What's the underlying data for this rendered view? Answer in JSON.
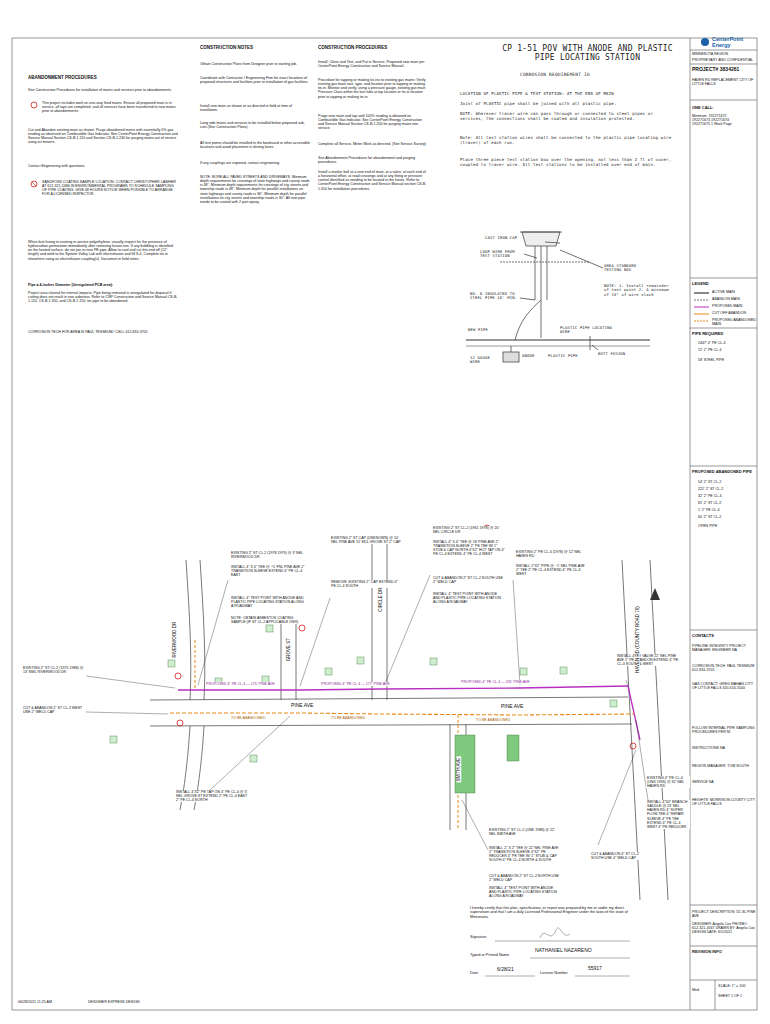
{
  "diagram": {
    "labels": [
      "ABANDONMENT PROCEDURES",
      "See Construction Procedures for installation of mains and services prior to abandonments.",
      "This project includes work on one-way feed mains. Ensure all proposed main is in service, all taps are completed, and all services have been transferred to new mains prior to abandonments.",
      "Cut and Abandon existing main as shown. Purge abandoned mains with essentially 0% gas reading as observed on Combustible Gas Indicator. See CenterPoint Energy Construction and Service Manual Section CS-B-1.110 and Section CS-B-1.230 for purging mains out of service using air movers.",
      "Contact Engineering with questions.",
      "SANDFOSS COATING SAMPLE LOCATION: CONTACT CHRISTOPHER LAWHER AT 612-321-5486 IN ENVIRONMENTAL PROGRAMS TO SCHEDULE SAMPLING OF PIPE COATING. GIVE 48 HOURS NOTICE WHEN POSSIBLE TO ARRANGE FOR A LICENSED INSPECTOR.",
      "When butt fusing to existing in-service polyethylene, visually inspect for the presence of hydrocarbon permeation immediately after removing fusion iron. If any bubbling is identified on the heated surface, do not join to new PE pipe. Allow to cool and cut this end off (12\" length) and weld to the System Valley Lab with electrofusion and fill S-4. Complete tie-in elsewhere using an electrofusion coupling(s). Document in field notes.",
      "Pipe ≤ 4-inches Diameter (Unregulated PCB area):",
      "Project area cleared for internal impacts. Pipe being removed is unregulated for disposal if cutting does not result in non-asbestos. Refer to CNP Construction and Service Manual CS-B-1.110, CS-B-1.350, and CS-B-1.150, for pipe to be abandoned.",
      "CORROSION TECH FOR AREA IS PAUL TESSEUM / CELL 612-816-3701",
      "CONSTRUCTION NOTES",
      "Obtain Construction Plans from Designer prior to starting job.",
      "Coordinate with Contractor / Engineering Firm for exact locations of proposed structures and facilities prior to installation of gas facilities.",
      "Install new main as shown or as directed in field at time of installation.",
      "Long side mains and services to be installed below proposed sub-cuts (See Construction Plans).",
      "All test points should be installed in the boulevard or other accessible locations and avoid placement in driving lanes.",
      "If any couplings are exposed, contact engineering.",
      "NOTE: BORE ALL PAVED STREETS AND DRIVEWAYS. Minimum depth requirements for crossings of state highways and county roads is 48\". Minimum depth requirements for crossings of city streets and township roads is 48\". Minimum depth for parallel installations on state highways and county roads is 36\". Minimum depth for parallel installations on city streets and township roads is 30\". All new pipe needs to be coated with 2 part epoxy.",
      "CONSTRUCTION PROCEDURES",
      "Install, Clean and Test, and Put in Service, Proposed new main per CenterPoint Energy Construction and Service Manual.",
      "Procedure for tapping or making tie-ins to existing gas mains: Verify existing gas main size, type, and location prior to tapping or making tie-in. Monitor and verify, using a pressure gauge, existing gas main Pressure Class within the last tube at tap location or tie-in location prior to tapping or making tie-in.",
      "Purge new main and tap until 100% reading is obtained on Combustible Gas Indicator. See CenterPoint Energy Construction and Service Manual Section CS-B-1.200 for purging mains into service.",
      "Complete all Service, Meter Work as directed. (See Service Survey)",
      "See Abandonment Procedures for abandonment and purging procedures.",
      "Install a marker ball at a new end of main, at a valve, at each end of a horizontal offset, at road crossings and at any fitting or pressure control identified as needing to be located in the future. Refer to CenterPoint Energy Construction and Service Manual section CS-B-1.310 for installation procedures.",
      "CP 1-51 POV WITH ANODE AND PLASTIC PIPE LOCATING STATION",
      "CORROSION REQUIREMENT ID",
      "LOCATION OF PLASTIC PIPE & TEST STATION: AT THE END OF MAIN",
      "Joint of PLASTIC pipe shall be joined with all plastic pipe.",
      "NOTE: Wherever tracer wire can pass through or connected to steel pipes or services, the connections shall be coated and insulation protected.",
      "Note: All test station wires shall be connected to the plastic pipe locating wire (tracer) of each run.",
      "Place three piece test station box over the opening, not less than 2 ft of cover, coupled to tracer wire. All test stations to be installed over end of main.",
      "CAST IRON CAP",
      "LOOP WIRE FROM TEST STATION",
      "AREA STANDARD TESTING BOX",
      "NOTE: 1. Install remainder of test point 2. A minimum of 18\" of wire slack",
      "NO. 6 INSULATED TO STEEL PIPE 10' MIN.",
      "NEW PIPE",
      "PLASTIC PIPE LOCATING WIRE",
      "12 GAUGE WIRE",
      "ANODE",
      "PLASTIC PIPE",
      "BUTT FUSION",
      "CenterPoint Energy",
      "MINNESOTA REGION",
      "PROPRIETARY AND CONFIDENTIAL",
      "PROJECT# 3834281",
      "HAVEN RD REPLACEMENT CITY OF LITTLE FALLS",
      "ONE CALL:",
      "Minimum: 192271672 192271673 192271674 192271675 1 Work Page",
      "LEGEND",
      "PIPE REQUIRED",
      "2447' 4\" PE CL-4",
      "12' 2\" PE CL-4",
      "58' STEEL PIPE",
      "PROPOSED ABANDONED PIPE",
      "54' 2\" ST CL-2",
      "221' 2\" ST CL-2",
      "32' 2\" PE CL-4",
      "81' 2\" ST CL-2",
      "1' 2\" PE CL-4",
      "60' 2\" ST CL-2",
      "OPEN PIPE",
      "CONTACTS",
      "PIPELINE INTEGRITY PROJECT MANAGER: ENGINEER NA",
      "CORROSION TECH: PAUL TESSEUM 612-816-3701",
      "GAS CONTACT: GREG MAHAN CITY OF LITTLE FALLS 320-616-5500",
      "FOLLOW INTERNAL PIPE SAMPLING PROCEDURES PER NI",
      "INSTRUCTIONS NA",
      "REGION MANAGER: TOM SOUTH",
      "SERVICE NA",
      "HEIGHTS: MORRISON COUNTY CITY OF LITTLE FALLS",
      "PROJECT DESCRIPTION: 55'-8L PINE AVE",
      "DESIGNER: Angela Cox PHONE#: 612-321-4567 DRAWN BY: Angela Cox DESIGN DATE: 6/1/2021",
      "REVISION INFO",
      "Med",
      "SCALE: 1\" = 100'",
      "SHEET 1 OF 1",
      "I hereby certify that this plan, specification, or report was prepared by me or under my direct supervision and that I am a duly Licensed Professional Engineer under the laws of the state of Minnesota.",
      "Signature",
      "Typed or Printed Name",
      "NATHANIEL NAZARENO",
      "Date",
      "6/28/21",
      "License Number",
      "55917",
      "06/28/2021 11:25 AM",
      "DESIGNER EXPRESS DESIGN",
      "EXISTING 2\" ST CL-2 (1978 1979) @ 3' NEL RIVERWOOD DR",
      "INSTALL 4\" X 4\" TEE @ ~5' FNL PINE AVE 2\" TRANSITION SLEEVE EXTEND 4\" PE CL-4 EAST",
      "INSTALL 4\" TEST POINT WITH ANODE AND PLASTIC PIPE LOCATING STATION ALONG A ROADWAY",
      "NOTE: OBTAIN ASBESTOS COATING SAMPLE (IF ST CL-2 APPLICABLE 1969)",
      "EXISTING 2\" ST CAP (UNKNOWN) @ 10' NEL PINE AVE 15' EDL GROVE ST 2\" CAP",
      "REMOVE: EXISTING 2\" CAP EXTEND 4\" PE CL-4 SOUTH",
      "EXISTING 2\" ST CL-2 (1961 1978) @ 20' NEL CIRCLE DR",
      "INSTALL 4\" X 4\" TEE @ 18' PINE AVE 2\" TRANSITION SLEEVE 2\" PE TEE W/ 1\" STUB & CAP NORTH 4\"X2\" HOT TAP ON 4\" PE CL-4 EXTEND 4\" PE CL-4 WEST",
      "CUT & ABANDON 2\" ST CL-2 SOUTH USE 2\" WELD CAP",
      "INSTALL 4\" TEST POINT WITH ANODE AND PLASTIC PIPE LOCATING STATION ALONG A ROADWAY",
      "EXISTING 2\" PE CL-4 (1978) @ 12' NEL HAVEN RD",
      "INSTALL 2\"X2\" PIPE @ ~1' NEL PINE AVE 2\" TEE 2\" PE CL-4 EXTEND 4\" PE CL-4 WEST",
      "EXISTING 2\" ST CL-2 (1975 1988) @ 13' NWL RIVERWOOD DR",
      "CUT & ABANDON 2\" ST CL-2 WEST USE 2\" WELD CAP",
      "INSTALL 4\" PE VALVE 22' NEL PINE AVE 2\" PE ABANDON EXTEND 4\" PE CL-4 SOUTH & WEST",
      "EXISTING 4\" PE CL-4 (UNK 1996) @ 32' NEL HAVEN RD",
      "INSTALL 4\"X4\" BRANCH SADDLE @ 23' NEL HAVEN RD 4\" SUPER FLOW TEE 4\" REPAIR SLEEVE 4\" PE TEE EXTEND 4\" PE CL-4 WEST 4\" PE REDUCER",
      "CUT & ABANDON 4\" ST CL-2 SOUTH USE 4\" WELD CAP",
      "INSTALL 4\"X2\" PE TAP ON 4\" PE CL-4 @ 3' NEL GROVE ST EXTEND 2\" PE CL-4 EAST 2\" PE CL-4 NORTH",
      "EXISTING 2\" ST CL-2 (UNK 1988) @ 22' NEL SMITH AVE",
      "INSTALL 2\" X 2\" TEE @ 22' NEL PINE AVE 2\" TRANSITION SLEEVE 4\"X2\" PE REDUCER 4\" PE TEE W/ 1\" STUB & CAP SOUTH 4\" PE CL-4 NORTH & SOUTH",
      "CUT & ABANDON 2\" ST CL-2 NORTH USE 2\" WELD CAP",
      "INSTALL 4\" TEST POINT WITH ANODE AND PLASTIC PIPE LOCATING STATION ALONG A ROADWAY",
      "RIVERWOOD DR",
      "GROVE ST",
      "CIRCLE DR",
      "PINE AVE",
      "PINE AVE",
      "SMITH AVE",
      "HAVEN RD (COUNTY ROAD 76)",
      "PROPOSED 4\" PE CL-4 — 175' PINE AVE",
      "PROPOSED 4\" PE CL-4 — 177' PINE AVE",
      "PROPOSED 4\" PE CL-4 — 231' PINE AVE",
      "TO BE ABANDONED",
      "TO BE ABANDONED",
      "TO BE ABANDONED"
    ],
    "legend": [
      {
        "text": "ACTIVE MAIN"
      },
      {
        "text": "ABANDON MAIN"
      },
      {
        "text": "PROPOSED MAIN"
      },
      {
        "text": "CUT OFF ABANDON"
      },
      {
        "text": "PROPOSED ABANDONED MAIN"
      }
    ]
  }
}
